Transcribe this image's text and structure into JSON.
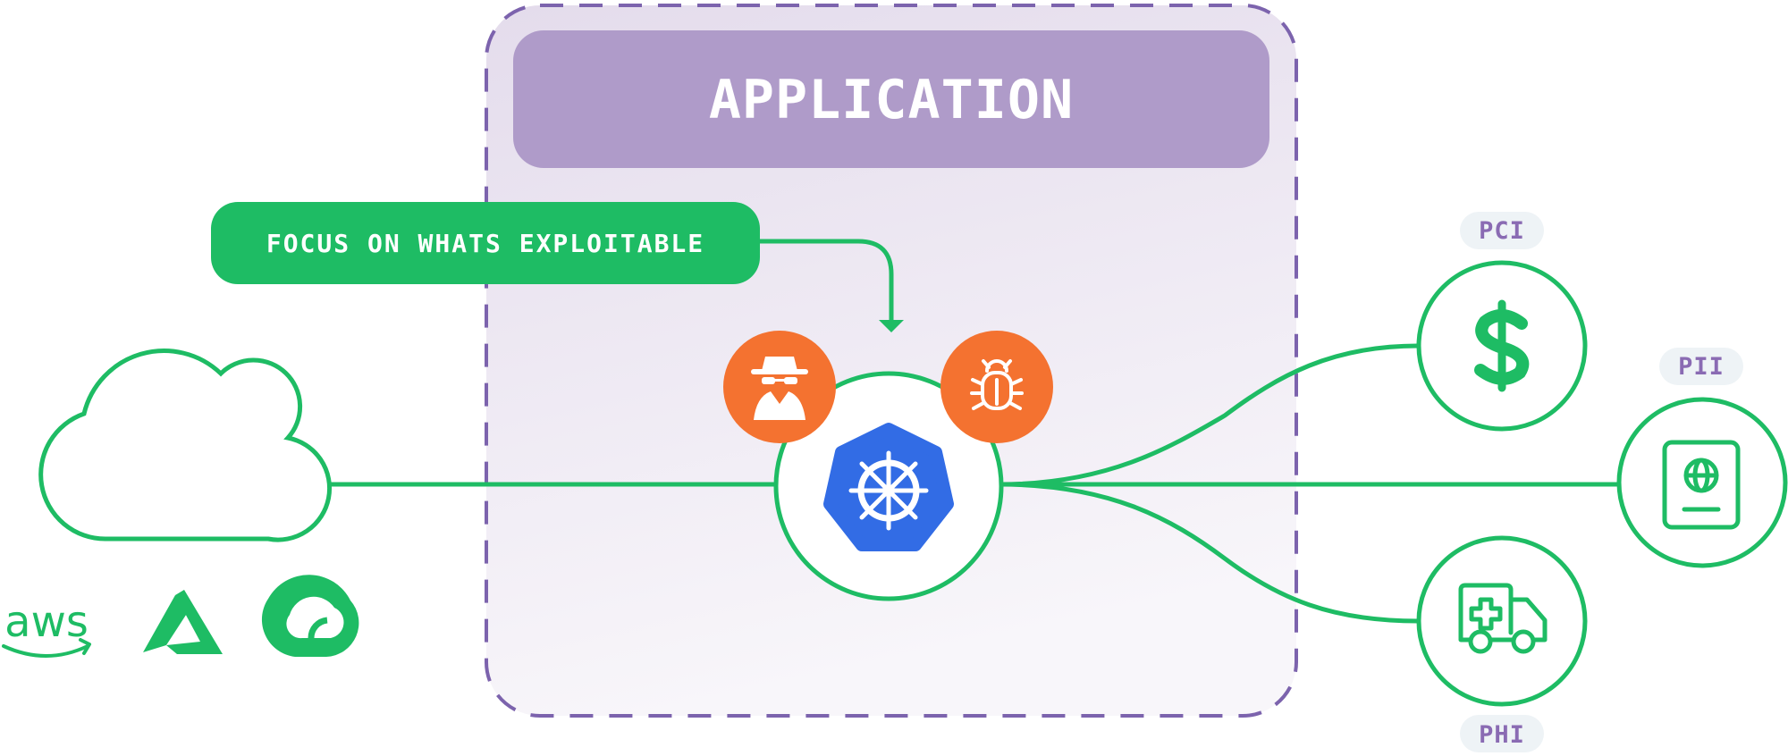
{
  "application": {
    "title": "APPLICATION"
  },
  "callout": {
    "label": "FOCUS ON WHATS EXPLOITABLE"
  },
  "cloud_providers": {
    "aws_label": "aws",
    "icons": [
      "aws-logo-icon",
      "azure-logo-icon",
      "google-cloud-logo-icon"
    ]
  },
  "threats": [
    "attacker-spy-icon",
    "bug-icon"
  ],
  "core": {
    "icon": "kubernetes-helm-icon"
  },
  "data_types": [
    {
      "badge": "PCI",
      "icon": "dollar-icon"
    },
    {
      "badge": "PII",
      "icon": "passport-icon"
    },
    {
      "badge": "PHI",
      "icon": "ambulance-icon"
    }
  ],
  "colors": {
    "green": "#1ebc64",
    "orange": "#f47230",
    "purple_header": "#af9bc9",
    "purple_dash": "#7c63ad",
    "kubernetes_blue": "#326ce5",
    "badge_bg": "#eef3f6",
    "badge_text": "#8a6bb3"
  }
}
